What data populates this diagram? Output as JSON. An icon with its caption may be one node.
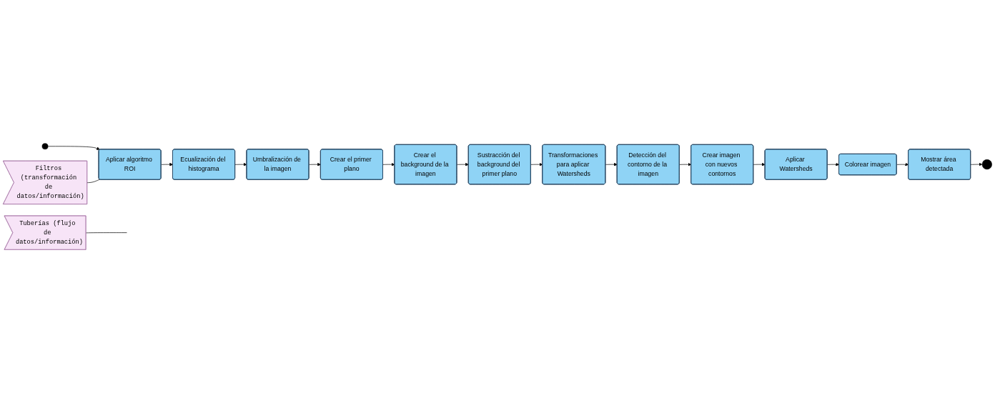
{
  "diagram": {
    "nodes": [
      {
        "text": [
          "Tuberías (flujo de datos/información)"
        ]
      },
      {
        "text": [
          "Filtros (transformación de datos/información)"
        ]
      },
      {
        "text": [],
        "shape": "circle"
      },
      {
        "text": [
          "Aplicar algoritmo ROI"
        ]
      },
      {
        "text": [
          "Ecualización del histograma"
        ]
      },
      {
        "text": [
          "Umbralización de la imagen"
        ]
      },
      {
        "text": [
          "Crear el primer plano"
        ]
      },
      {
        "text": [
          "Crear el background de la imagen"
        ]
      },
      {
        "text": [
          "Sustracción del background del primer plano"
        ]
      },
      {
        "text": [
          "Transformaciones para aplicar Watersheds"
        ]
      },
      {
        "text": [
          "Detección del contorno de la imagen"
        ]
      },
      {
        "text": [
          "Crear imagen con nuevos contornos"
        ]
      },
      {
        "text": [
          "Aplicar Watersheds"
        ]
      },
      {
        "text": [
          "Colorear imagen"
        ]
      },
      {
        "text": [
          "Mostrar área detectada"
        ]
      },
      {
        "text": [],
        "shape": "circle"
      }
    ],
    "edges": [
      {
        "from": 2,
        "to": 3,
        "arrow": "to"
      },
      {
        "from": 3,
        "to": 4,
        "arrow": "to"
      },
      {
        "from": 4,
        "to": 5,
        "arrow": "to"
      },
      {
        "from": 5,
        "to": 6,
        "arrow": "to"
      },
      {
        "from": 6,
        "to": 7,
        "arrow": "to"
      },
      {
        "from": 7,
        "to": 8,
        "arrow": "to"
      },
      {
        "from": 8,
        "to": 9,
        "arrow": "to"
      },
      {
        "from": 9,
        "to": 10,
        "arrow": "to"
      },
      {
        "from": 10,
        "to": 11,
        "arrow": "to"
      },
      {
        "from": 11,
        "to": 12,
        "arrow": "to"
      },
      {
        "from": 12,
        "to": 13,
        "arrow": "to"
      },
      {
        "from": 13,
        "to": 14,
        "arrow": "to"
      },
      {
        "from": 14,
        "to": 15,
        "arrow": "to"
      },
      {
        "from": 0,
        "to": null,
        "arrow": "none"
      },
      {
        "from": 1,
        "to": 3,
        "arrow": "none"
      }
    ]
  }
}
